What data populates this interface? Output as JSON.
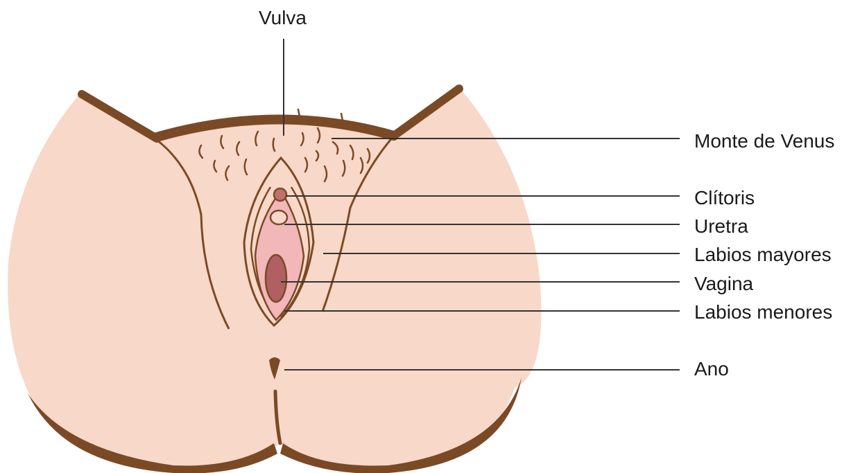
{
  "labels": {
    "vulva": "Vulva",
    "monte_de_venus": "Monte de Venus",
    "clitoris": "Clítoris",
    "uretra": "Uretra",
    "labios_mayores": "Labios mayores",
    "vagina": "Vagina",
    "labios_menores": "Labios menores",
    "ano": "Ano"
  },
  "colors": {
    "skin": "#f8d8c8",
    "outline": "#7a4a26",
    "hair": "#7a4a26",
    "inner_pink": "#f2b7b9",
    "vagina": "#b05f63",
    "clitoris": "#c0706b",
    "leader_line": "#333333"
  }
}
